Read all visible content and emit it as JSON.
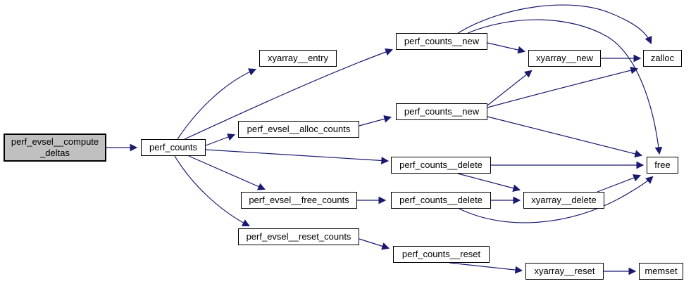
{
  "diagram": {
    "type": "call-graph",
    "colors": {
      "background": "#ffffff",
      "edge": "#191970",
      "node_border": "#000000",
      "node_fill": "#ffffff",
      "highlight_fill": "#c0c0c0",
      "text": "#000000"
    },
    "nodes": [
      {
        "id": "perf_evsel__compute_deltas",
        "label": "perf_evsel__compute\n_deltas",
        "highlighted": true
      },
      {
        "id": "perf_counts",
        "label": "perf_counts"
      },
      {
        "id": "xyarray__entry",
        "label": "xyarray__entry"
      },
      {
        "id": "perf_evsel__alloc_counts",
        "label": "perf_evsel__alloc_counts"
      },
      {
        "id": "perf_counts__new_1",
        "label": "perf_counts__new"
      },
      {
        "id": "xyarray__new",
        "label": "xyarray__new"
      },
      {
        "id": "zalloc",
        "label": "zalloc"
      },
      {
        "id": "perf_counts__new_2",
        "label": "perf_counts__new"
      },
      {
        "id": "perf_counts__delete_1",
        "label": "perf_counts__delete"
      },
      {
        "id": "free",
        "label": "free"
      },
      {
        "id": "perf_evsel__free_counts",
        "label": "perf_evsel__free_counts"
      },
      {
        "id": "perf_counts__delete_2",
        "label": "perf_counts__delete"
      },
      {
        "id": "xyarray__delete",
        "label": "xyarray__delete"
      },
      {
        "id": "perf_evsel__reset_counts",
        "label": "perf_evsel__reset_counts"
      },
      {
        "id": "perf_counts__reset",
        "label": "perf_counts__reset"
      },
      {
        "id": "xyarray__reset",
        "label": "xyarray__reset"
      },
      {
        "id": "memset",
        "label": "memset"
      }
    ],
    "edges": [
      {
        "from": "perf_evsel__compute_deltas",
        "to": "perf_counts"
      },
      {
        "from": "perf_counts",
        "to": "xyarray__entry"
      },
      {
        "from": "perf_counts",
        "to": "perf_counts__new_1"
      },
      {
        "from": "perf_counts",
        "to": "perf_evsel__alloc_counts"
      },
      {
        "from": "perf_counts",
        "to": "perf_counts__delete_1"
      },
      {
        "from": "perf_counts",
        "to": "perf_evsel__free_counts"
      },
      {
        "from": "perf_counts",
        "to": "perf_evsel__reset_counts"
      },
      {
        "from": "perf_counts__new_1",
        "to": "xyarray__new"
      },
      {
        "from": "perf_counts__new_1",
        "to": "zalloc"
      },
      {
        "from": "perf_counts__new_1",
        "to": "free"
      },
      {
        "from": "perf_evsel__alloc_counts",
        "to": "perf_counts__new_2"
      },
      {
        "from": "perf_counts__new_2",
        "to": "xyarray__new"
      },
      {
        "from": "perf_counts__new_2",
        "to": "zalloc"
      },
      {
        "from": "perf_counts__new_2",
        "to": "free"
      },
      {
        "from": "xyarray__new",
        "to": "zalloc"
      },
      {
        "from": "perf_counts__delete_1",
        "to": "free"
      },
      {
        "from": "perf_counts__delete_1",
        "to": "xyarray__delete"
      },
      {
        "from": "perf_evsel__free_counts",
        "to": "perf_counts__delete_2"
      },
      {
        "from": "perf_counts__delete_2",
        "to": "xyarray__delete"
      },
      {
        "from": "perf_counts__delete_2",
        "to": "free"
      },
      {
        "from": "xyarray__delete",
        "to": "free"
      },
      {
        "from": "perf_evsel__reset_counts",
        "to": "perf_counts__reset"
      },
      {
        "from": "perf_counts__reset",
        "to": "xyarray__reset"
      },
      {
        "from": "xyarray__reset",
        "to": "memset"
      }
    ]
  }
}
